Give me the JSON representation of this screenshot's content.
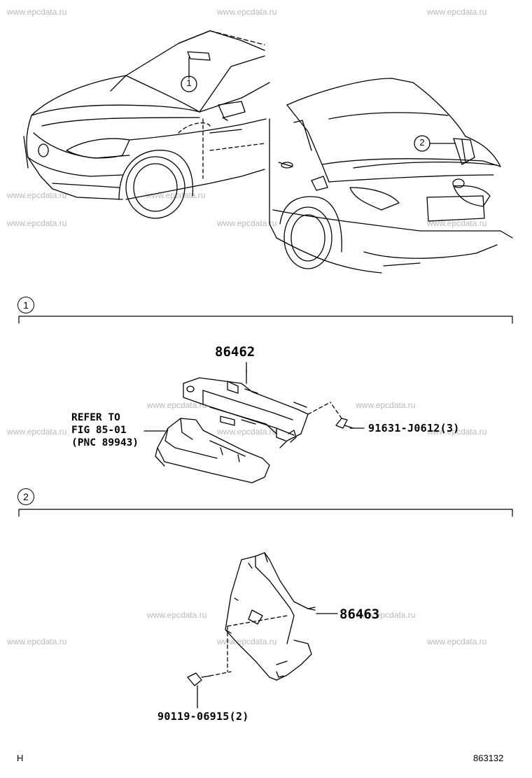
{
  "watermark": "www.epcdata.ru",
  "callouts": {
    "one": "1",
    "two": "2"
  },
  "sections": {
    "one": "1",
    "two": "2"
  },
  "parts": {
    "p86462": "86462",
    "p91631": "91631-J0612(3)",
    "p86463": "86463",
    "p90119": "90119-06915(2)"
  },
  "refer": {
    "line1": "REFER TO",
    "line2": "FIG 85-01",
    "line3": "(PNC 89943)"
  },
  "footer": {
    "left": "H",
    "right": "863132"
  }
}
